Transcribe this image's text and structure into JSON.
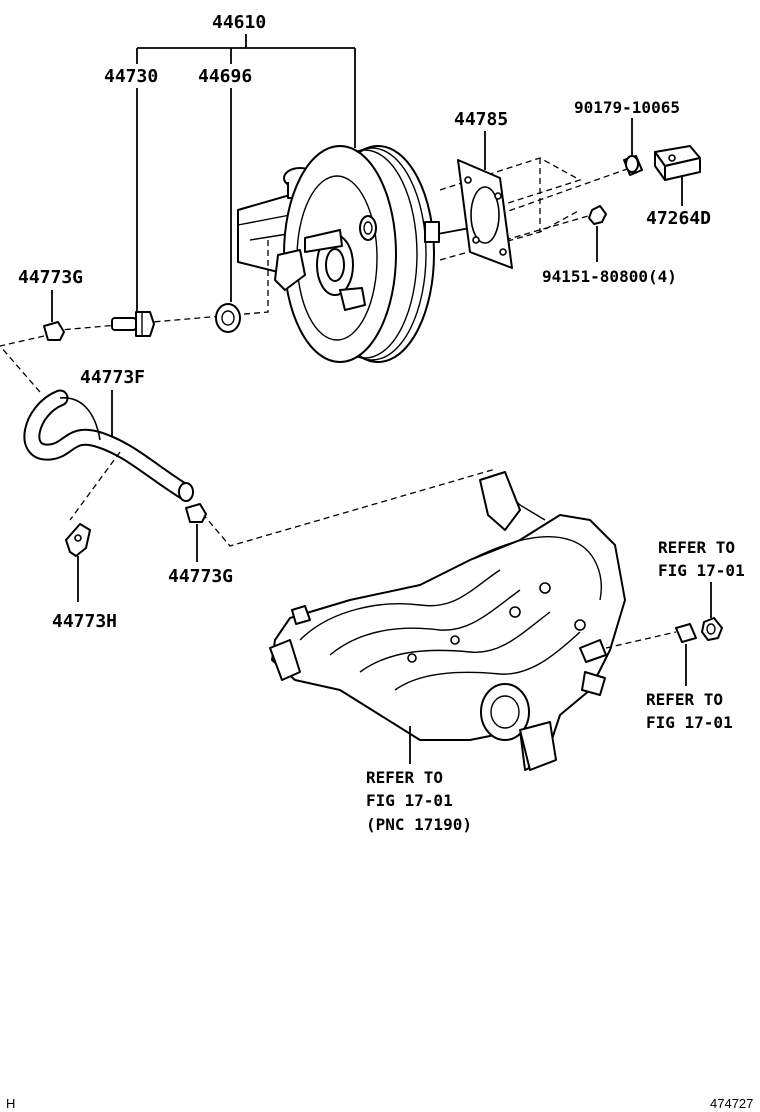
{
  "labels": {
    "booster_assy": "44610",
    "check_valve": "44730",
    "grommet": "44696",
    "gasket": "44785",
    "bolt": "90179-10065",
    "bracket": "47264D",
    "nut": "94151-80800(4)",
    "clamp_upper": "44773G",
    "hose": "44773F",
    "clamp_lower": "44773G",
    "clip": "44773H",
    "refer_right_1": "REFER TO",
    "refer_right_1b": "FIG 17-01",
    "refer_right_2": "REFER TO",
    "refer_right_2b": "FIG 17-01",
    "refer_bottom_1": "REFER TO",
    "refer_bottom_2": "FIG 17-01",
    "refer_bottom_3": "(PNC 17190)"
  },
  "footer": {
    "left_code": "H",
    "right_code": "474727"
  }
}
